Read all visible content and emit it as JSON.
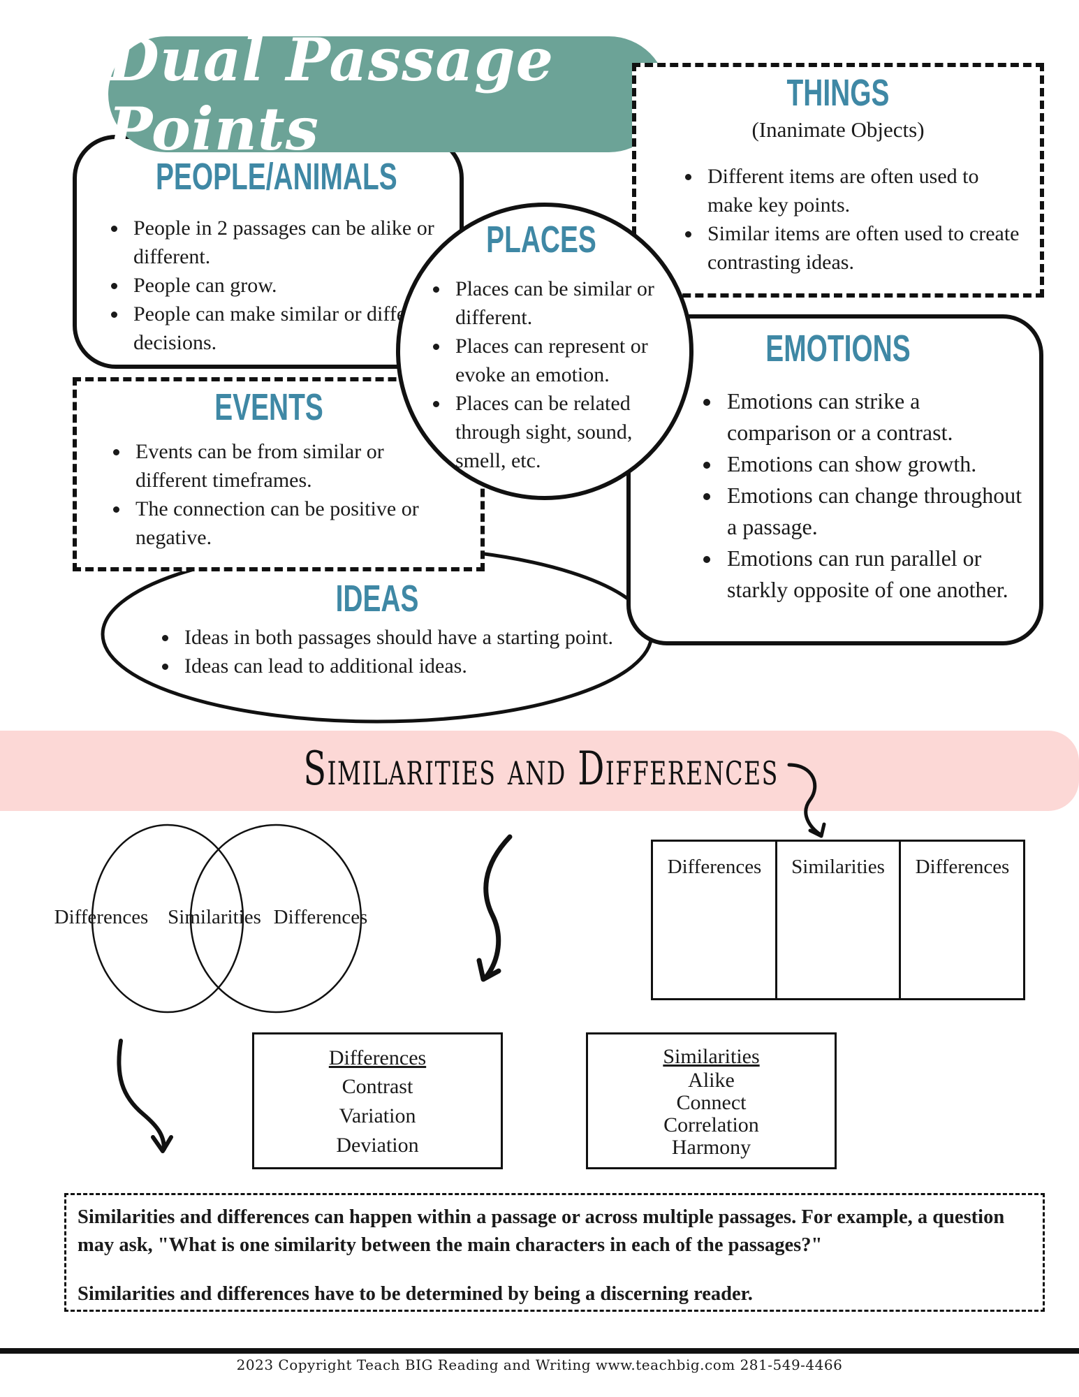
{
  "title": "Dual Passage Points",
  "people": {
    "heading": "PEOPLE/ANIMALS",
    "points": [
      "People in 2 passages can be alike or different.",
      "People can grow.",
      "People can make similar or different decisions."
    ]
  },
  "things": {
    "heading": "THINGS",
    "subheading": "(Inanimate Objects)",
    "points": [
      "Different items are often used to make key points.",
      "Similar items are often used to create contrasting ideas."
    ]
  },
  "places": {
    "heading": "PLACES",
    "points": [
      "Places can be similar or different.",
      "Places can represent or evoke an emotion.",
      "Places can be related through sight, sound, smell, etc."
    ]
  },
  "events": {
    "heading": "EVENTS",
    "points": [
      "Events can be from similar or different timeframes.",
      "The connection can be positive or negative."
    ]
  },
  "emotions": {
    "heading": "EMOTIONS",
    "points": [
      "Emotions can strike a comparison or a contrast.",
      "Emotions can show growth.",
      "Emotions can change throughout a passage.",
      "Emotions can run parallel or starkly opposite of one another."
    ]
  },
  "ideas": {
    "heading": "IDEAS",
    "points": [
      "Ideas in both passages should have a starting point.",
      "Ideas can lead to additional ideas."
    ]
  },
  "section_title": "Similarities and Differences",
  "venn": {
    "left": "Differences",
    "middle": "Similarities",
    "right": "Differences"
  },
  "columns": {
    "left": "Differences",
    "middle": "Similarities",
    "right": "Differences"
  },
  "differences_box": {
    "title": "Differences",
    "words": [
      "Contrast",
      "Variation",
      "Deviation"
    ]
  },
  "similarities_box": {
    "title": "Similarities",
    "words": [
      "Alike",
      "Connect",
      "Correlation",
      "Harmony"
    ]
  },
  "note": {
    "line1": "Similarities and differences can happen within a passage or across multiple passages. For example, a question may ask, \"What is one similarity between the main characters in each of the passages?\"",
    "line2": "Similarities and differences have to be determined by being a discerning reader."
  },
  "footer": "2023 Copyright Teach BIG Reading and Writing  www.teachbig.com   281-549-4466",
  "colors": {
    "pill": "#6ca397",
    "heading": "#3f88a5",
    "band": "#fcd8d6"
  }
}
